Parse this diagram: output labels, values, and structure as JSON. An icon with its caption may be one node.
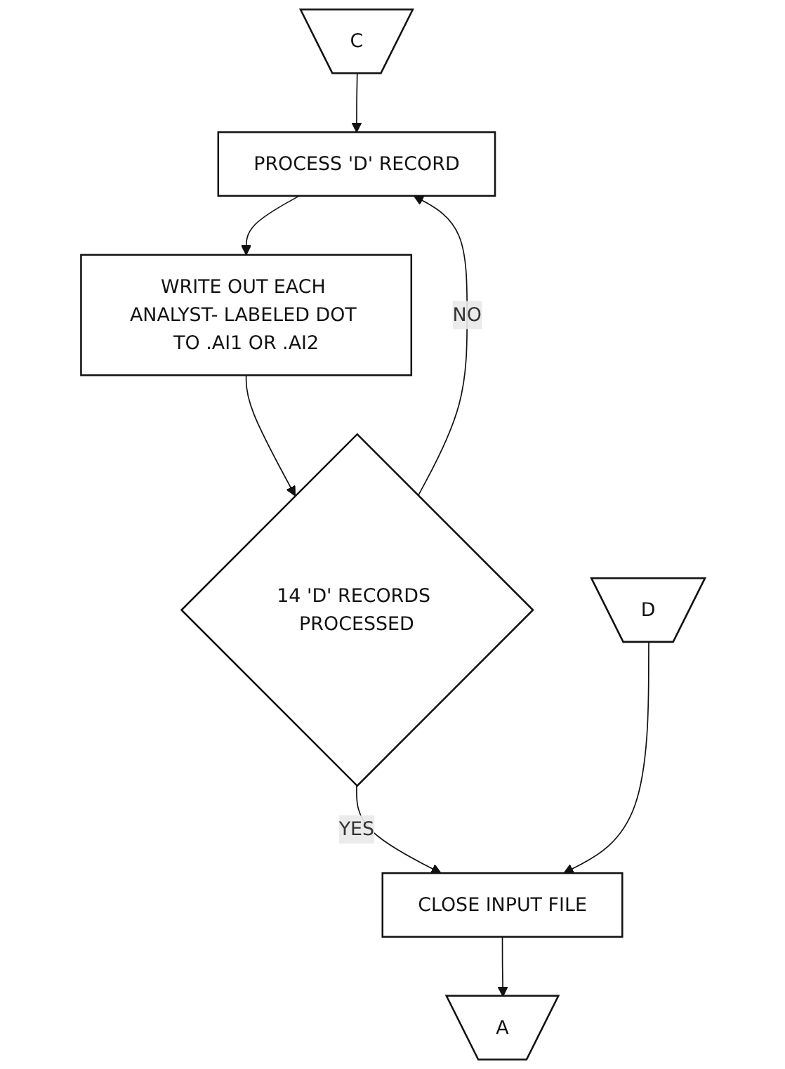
{
  "diagram": {
    "nodes": [
      {
        "text": [
          "C"
        ]
      },
      {
        "text": [
          "PROCESS 'D' RECORD"
        ]
      },
      {
        "text": [
          "WRITE OUT EACH ANALYST- LABELED DOT TO .AI1 OR .AI2"
        ]
      },
      {
        "text": [
          "14 'D' RECORDS PROCESSED"
        ]
      },
      {
        "text": [
          "D"
        ]
      },
      {
        "text": [
          "CLOSE INPUT FILE"
        ]
      },
      {
        "text": [
          "A"
        ]
      }
    ],
    "edges": [
      {
        "from": 0,
        "to": 1,
        "arrow": "to"
      },
      {
        "from": 1,
        "to": 2,
        "arrow": "to"
      },
      {
        "from": 2,
        "to": 3,
        "arrow": "to"
      },
      {
        "from": 3,
        "to": 1,
        "arrow": "to",
        "label": "NO"
      },
      {
        "from": 3,
        "to": 5,
        "arrow": "to",
        "label": "YES"
      },
      {
        "from": 4,
        "to": 5,
        "arrow": "to"
      },
      {
        "from": 5,
        "to": 6,
        "arrow": "to"
      }
    ]
  }
}
